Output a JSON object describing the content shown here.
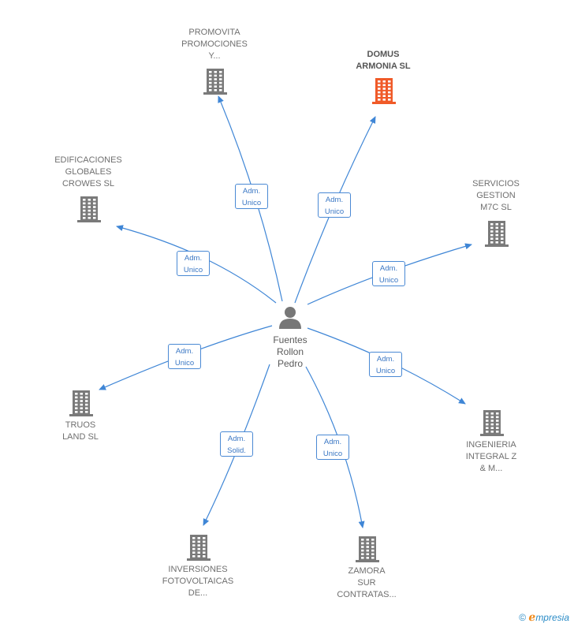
{
  "center": {
    "name": "Fuentes\nRollon\nPedro",
    "icon": "person-icon"
  },
  "companies": [
    {
      "key": "promovita",
      "name": "PROMOVITA\nPROMOCIONES\nY...",
      "role": "Adm.\nUnico",
      "highlight": false
    },
    {
      "key": "domus",
      "name": "DOMUS\nARMONIA  SL",
      "role": "Adm.\nUnico",
      "highlight": true
    },
    {
      "key": "edificaciones",
      "name": "EDIFICACIONES\nGLOBALES\nCROWES SL",
      "role": "Adm.\nUnico",
      "highlight": false
    },
    {
      "key": "servicios",
      "name": "SERVICIOS\nGESTION\nM7C SL",
      "role": "Adm.\nUnico",
      "highlight": false
    },
    {
      "key": "truos",
      "name": "TRUOS\nLAND  SL",
      "role": "Adm.\nUnico",
      "highlight": false
    },
    {
      "key": "ingenieria",
      "name": "INGENIERIA\nINTEGRAL Z\n& M...",
      "role": "Adm.\nUnico",
      "highlight": false
    },
    {
      "key": "inversiones",
      "name": "INVERSIONES\nFOTOVOLTAICAS\nDE...",
      "role": "Adm.\nSolid.",
      "highlight": false
    },
    {
      "key": "zamora",
      "name": "ZAMORA\nSUR\nCONTRATAS...",
      "role": "Adm.\nUnico",
      "highlight": false
    }
  ],
  "colors": {
    "edge": "#3f86d6",
    "building": "#7a7a7a",
    "building_highlight": "#f05a28",
    "person": "#777777"
  },
  "footer": {
    "copyright": "©",
    "brand_e": "ℯ",
    "brand_rest": "mpresia"
  }
}
